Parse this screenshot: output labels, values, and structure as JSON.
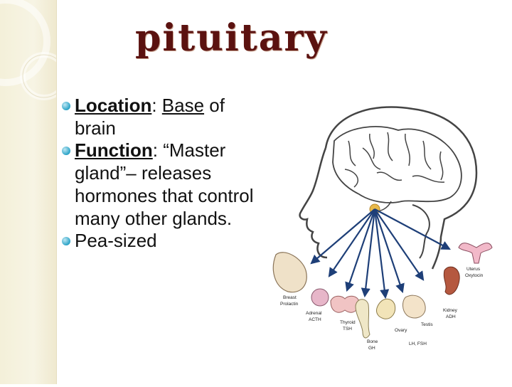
{
  "slide": {
    "title": "pituitary",
    "bullets": [
      {
        "term": "Location",
        "sep": ": ",
        "underlined": "Base",
        "rest": " of brain"
      },
      {
        "term": "Function",
        "sep": ":  ",
        "rest": "“Master gland”– releases hormones that control many other glands."
      },
      {
        "rest": "Pea-sized"
      }
    ]
  },
  "diagram": {
    "labels": {
      "breast": [
        "Breast",
        "Prolactin"
      ],
      "adrenal": [
        "Adrenal",
        "ACTH"
      ],
      "thyroid": [
        "Thyroid",
        "TSH"
      ],
      "bone": [
        "Bone",
        "GH"
      ],
      "ovary": "Ovary",
      "testis": "Testis",
      "lhfsh": "LH, FSH",
      "kidney": [
        "Kidney",
        "ADH"
      ],
      "uterus": [
        "Uterus",
        "Oxytocin"
      ]
    }
  }
}
